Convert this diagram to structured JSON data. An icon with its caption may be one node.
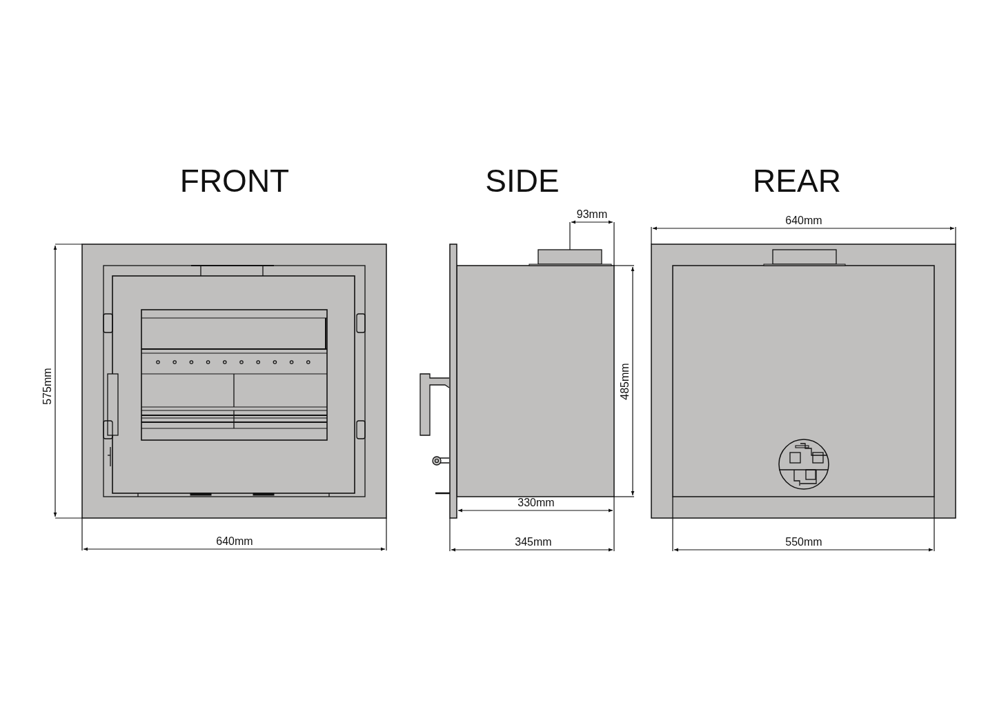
{
  "diagram": {
    "labels": [
      "FRONT",
      "SIDE",
      "REAR",
      "93mm",
      "640mm",
      "575mm",
      "485mm",
      "330mm",
      "640mm",
      "345mm",
      "550mm"
    ]
  }
}
